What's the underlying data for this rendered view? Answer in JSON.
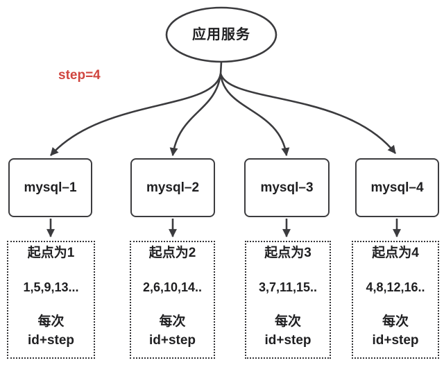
{
  "root_node": {
    "label": "应用服务"
  },
  "annotation": {
    "step_label": "step=4"
  },
  "databases": [
    {
      "name": "mysql–1",
      "start": "起点为1",
      "sequence": "1,5,9,13...",
      "increment_line1": "每次",
      "increment_line2": "id+step"
    },
    {
      "name": "mysql–2",
      "start": "起点为2",
      "sequence": "2,6,10,14..",
      "increment_line1": "每次",
      "increment_line2": "id+step"
    },
    {
      "name": "mysql–3",
      "start": "起点为3",
      "sequence": "3,7,11,15..",
      "increment_line1": "每次",
      "increment_line2": "id+step"
    },
    {
      "name": "mysql–4",
      "start": "起点为4",
      "sequence": "4,8,12,16..",
      "increment_line1": "每次",
      "increment_line2": "id+step"
    }
  ],
  "colors": {
    "stroke": "#3b3b3e",
    "text": "#1f1f21",
    "accent_red": "#d0453f",
    "background": "#ffffff"
  }
}
